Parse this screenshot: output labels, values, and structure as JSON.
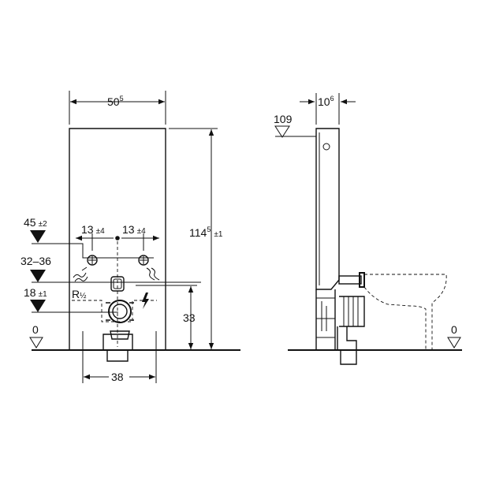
{
  "front_view": {
    "width": {
      "main": "50",
      "sup": "5"
    },
    "height": {
      "main": "114",
      "sup": "5",
      "tol": "±1"
    },
    "offset_left": {
      "main": "13",
      "tol": "±4"
    },
    "offset_right": {
      "main": "13",
      "tol": "±4"
    },
    "level_45": {
      "main": "45",
      "tol": "±2"
    },
    "level_32_36": {
      "main": "32–36"
    },
    "level_18": {
      "main": "18",
      "tol": "±1"
    },
    "thread": {
      "main": "R",
      "frac": "½"
    },
    "drain_height": "33",
    "base_width": "38",
    "floor_level": "0"
  },
  "side_view": {
    "depth": {
      "main": "10",
      "sup": "6"
    },
    "top_level": "109",
    "floor_level": "0"
  },
  "icons": [
    "water-inlet-left-icon",
    "water-inlet-right-icon",
    "electric-connection-icon",
    "level-triangle-icon"
  ]
}
